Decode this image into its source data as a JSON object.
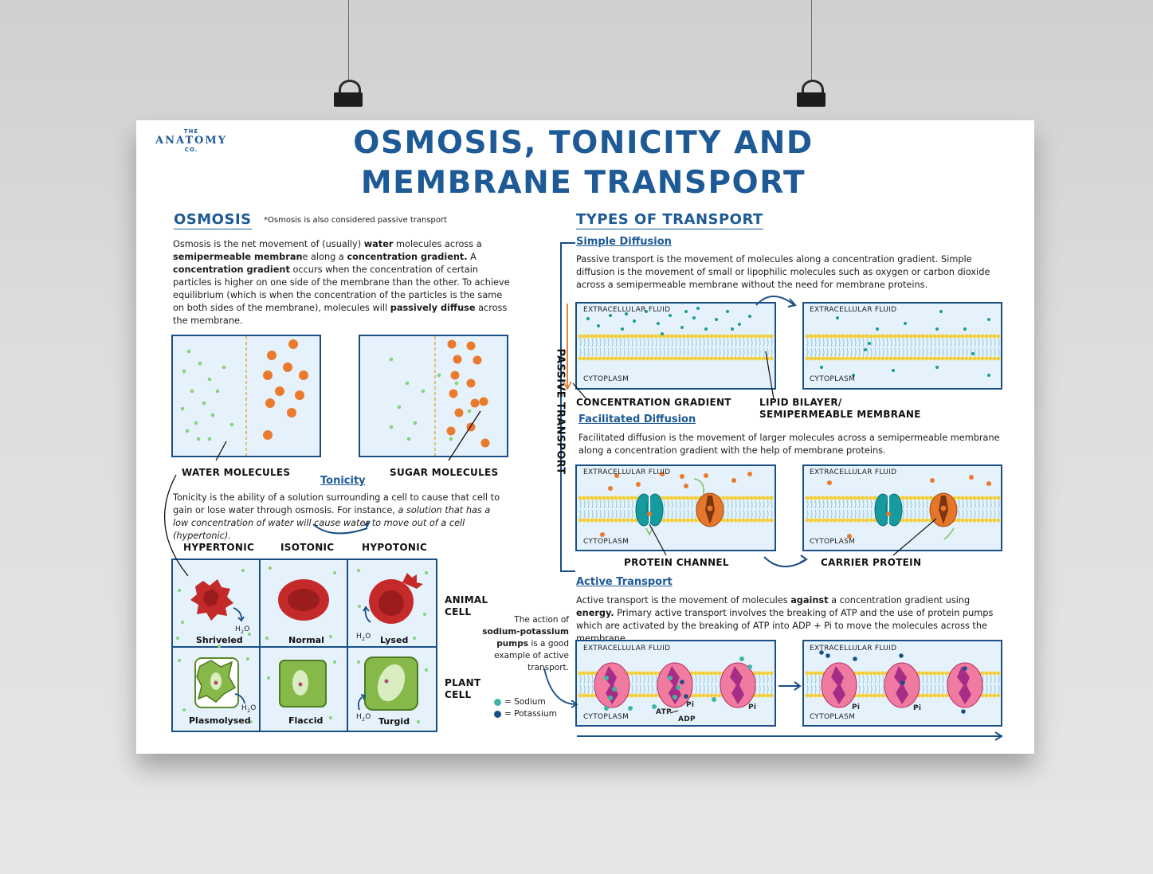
{
  "logo": {
    "top": "THE",
    "middle": "ANATOMY",
    "bottom": "CO."
  },
  "title": {
    "line1": "OSMOSIS, TONICITY AND",
    "line2": "MEMBRANE TRANSPORT"
  },
  "osmosis": {
    "heading": "OSMOSIS",
    "note": "*Osmosis is also considered passive transport",
    "p1": "Osmosis is the net movement of (usually) ",
    "p1_b1": "water",
    "p2": " molecules across a ",
    "p2_b2": "semipermeable membran",
    "p3": "e along a ",
    "p3_b3": "concentration gradient.",
    "p4": " A ",
    "p4_b4": "concentration gradient",
    "p5": " occurs when the concentration of certain particles is higher on one side of the membrane than the other. To achieve equilibrium (which is when the concentration of the particles is the same on both sides of the membrane), molecules will ",
    "p5_b5": "passively diffuse",
    "p6": " across the membrane.",
    "water_label": "WATER MOLECULES",
    "sugar_label": "SUGAR MOLECULES"
  },
  "tonicity": {
    "heading": "Tonicity",
    "p1": "Tonicity is the ability of a solution surrounding a cell to cause that cell to gain or lose water through osmosis. For instance, ",
    "p1_i": "a solution that has a low concentration of water will cause water to move out of a cell (hypertonic).",
    "col_hyper": "HYPERTONIC",
    "col_iso": "ISOTONIC",
    "col_hypo": "HYPOTONIC",
    "row_animal_1": "ANIMAL",
    "row_animal_2": "CELL",
    "row_plant_1": "PLANT",
    "row_plant_2": "CELL",
    "cells": [
      "Shriveled",
      "Normal",
      "Lysed",
      "Plasmolysed",
      "Flaccid",
      "Turgid"
    ],
    "h2o": "H",
    "h2o_sub": "2",
    "h2o_o": "O"
  },
  "transport": {
    "heading": "TYPES OF TRANSPORT",
    "passive_label": "PASSIVE TRANSPORT",
    "simple": {
      "heading": "Simple Diffusion",
      "text": "Passive transport is the movement of molecules along a concentration gradient. Simple diffusion is the movement of small or lipophilic molecules such as oxygen or carbon dioxide across a semipermeable membrane without the need for membrane proteins.",
      "label_gradient": "CONCENTRATION GRADIENT",
      "label_bilayer_1": "LIPID BILAYER/",
      "label_bilayer_2": "SEMIPERMEABLE MEMBRANE"
    },
    "facilitated": {
      "heading": "Facilitated Diffusion",
      "text": "Facilitated diffusion is the movement of larger molecules across a semipermeable membrane along a concentration gradient with the help of membrane proteins.",
      "label_channel": "PROTEIN CHANNEL",
      "label_carrier": "CARRIER PROTEIN"
    },
    "active": {
      "heading": "Active Transport",
      "t1": "Active transport is the movement of molecules ",
      "t1_b": "against",
      "t2": " a concentration gradient using ",
      "t2_b": "energy.",
      "t3": " Primary active transport involves the breaking of ATP and the use of protein pumps which are activated by the breaking of ATP into ADP + Pi to move the molecules across the membrane.",
      "side1": "The action of",
      "side2": "sodium-potassium",
      "side3": "pumps",
      "side4": " is a good",
      "side5": "example of active",
      "side6": "transport.",
      "legend_sodium": "= Sodium",
      "legend_potassium": "= Potassium",
      "atp": "ATP",
      "adp": "ADP",
      "pi": "Pi"
    },
    "extracellular": "EXTRACELLULAR FLUID",
    "cytoplasm": "CYTOPLASM"
  },
  "colors": {
    "navy": "#1a4f86",
    "title_blue": "#1d5a96",
    "fluid": "#e6f2fb",
    "teal": "#1a9c92",
    "green_dot": "#8ad07a",
    "orange": "#ea7a2c",
    "red_cell": "#c42a2a",
    "plant_green": "#86b84a",
    "pump_pink": "#e35a8a"
  }
}
